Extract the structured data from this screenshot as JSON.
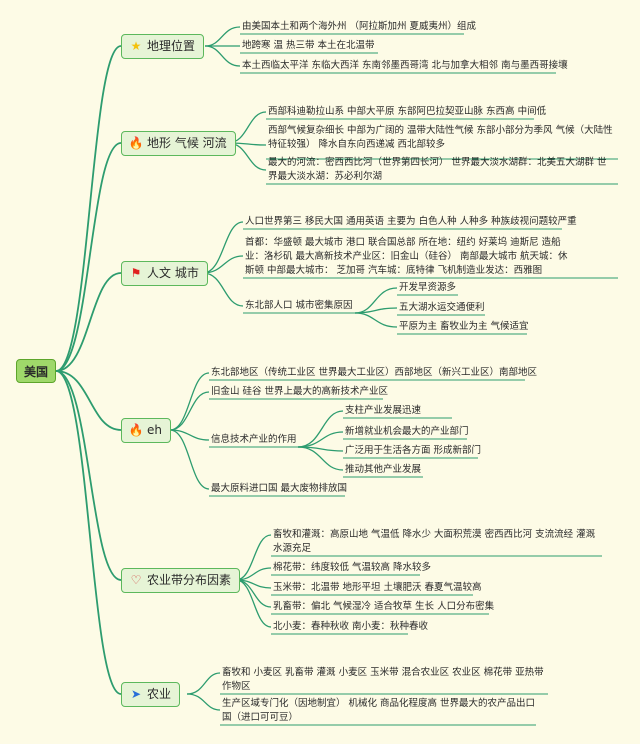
{
  "root": "美国",
  "topics": {
    "geo": {
      "label": "地理位置",
      "icon": "star-icon",
      "items": [
        "由美国本土和两个海外州 （阿拉斯加州 夏威夷州）组成",
        "地跨寒 温 热三带 本土在北温带",
        "本土西临太平洋 东临大西洋 东南邻墨西哥湾 北与加拿大相邻 南与墨西哥接壤"
      ]
    },
    "terrain": {
      "label": "地形 气候 河流",
      "icon": "fire-icon",
      "items": [
        "西部科迪勒拉山系 中部大平原 东部阿巴拉契亚山脉 东西高 中间低",
        "西部气候复杂细长 中部为广阔的 温带大陆性气候 东部小部分为季风 气候（大陆性特征较强） 降水自东向西递减 西北部较多",
        "最大的河流：密西西比河（世界第四长河） 世界最大淡水湖群：北美五大湖群 世界最大淡水湖：苏必利尔湖"
      ]
    },
    "people": {
      "label": "人文 城市",
      "icon": "flag-icon",
      "items": [
        "人口世界第三 移民大国 通用英语 主要为 白色人种 人种多 种族歧视问题较严重",
        "首都：华盛顿 最大城市 港口 联合国总部 所在地：纽约 好莱坞 迪斯尼 造船业：洛杉矶 最大高新技术产业区：旧金山（硅谷） 南部最大城市 航天城：休斯顿 中部最大城市： 芝加哥 汽车城：底特律 飞机制造业发达：西雅图"
      ],
      "northeast": {
        "label": "东北部人口 城市密集原因",
        "items": [
          "开发早资源多",
          "五大湖水运交通便利",
          "平原为主 畜牧业为主 气候适宜"
        ]
      }
    },
    "eh": {
      "label": "eh",
      "icon": "fire-icon",
      "items": [
        "东北部地区（传统工业区 世界最大工业区）西部地区（新兴工业区）南部地区",
        "旧金山 硅谷 世界上最大的高新技术产业区",
        "最大原料进口国 最大废物排放国"
      ],
      "it": {
        "label": "信息技术产业的作用",
        "items": [
          "支柱产业发展迅速",
          "新增就业机会最大的产业部门",
          "广泛用于生活各方面 形成新部门",
          "推动其他产业发展"
        ]
      }
    },
    "agri_factors": {
      "label": "农业带分布因素",
      "icon": "heart-icon",
      "items": [
        "畜牧和灌溉：高原山地 气温低 降水少 大面积荒漠 密西西比河 支流流经 灌溉水源充足",
        "棉花带：纬度较低 气温较高 降水较多",
        "玉米带：北温带 地形平坦 土壤肥沃 春夏气温较高",
        "乳畜带：偏北 气候湿冷 适合牧草 生长 人口分布密集",
        "北小麦：春种秋收 南小麦：秋种春收"
      ]
    },
    "agri": {
      "label": "农业",
      "icon": "plane-icon",
      "items": [
        "畜牧和 小麦区 乳畜带 灌溉 小麦区 玉米带 混合农业区 农业区 棉花带 亚热带作物区",
        "生产区域专门化（因地制宜） 机械化 商品化程度高 世界最大的农产品出口国（进口可可豆）"
      ]
    }
  },
  "colors": {
    "background": "#fdfbe6",
    "branch": "#2d9c6f",
    "topic_fill": "#e6f4d6",
    "topic_border": "#5cb85c",
    "root_fill": "#9fd86a"
  }
}
